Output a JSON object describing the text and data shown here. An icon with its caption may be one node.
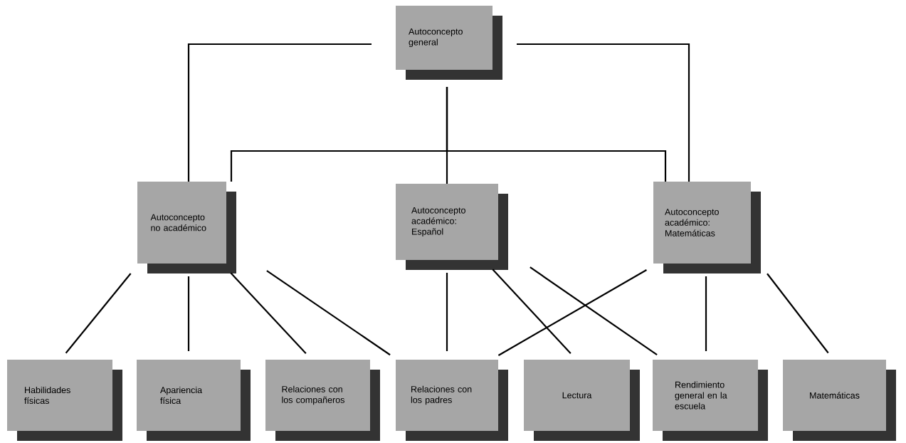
{
  "diagram": {
    "nodes": [
      {
        "text": [
          "Autoconcepto general"
        ]
      },
      {
        "text": [
          "Autoconcepto no académico"
        ]
      },
      {
        "text": [
          "Autoconcepto académico: Español"
        ]
      },
      {
        "text": [
          "Autoconcepto académico: Matemáticas"
        ]
      },
      {
        "text": [
          "Habilidades físicas"
        ]
      },
      {
        "text": [
          "Apariencia física"
        ]
      },
      {
        "text": [
          "Relaciones con los compañeros"
        ]
      },
      {
        "text": [
          "Relaciones con los padres"
        ]
      },
      {
        "text": [
          "Lectura"
        ]
      },
      {
        "text": [
          "Rendimiento general en la escuela"
        ]
      },
      {
        "text": [
          "Matemáticas"
        ]
      }
    ],
    "edges": [
      {
        "from": 0,
        "to": 1,
        "arrow": "none"
      },
      {
        "from": 0,
        "to": 3,
        "arrow": "none"
      },
      {
        "from": 0,
        "to": 2,
        "arrow": "none"
      },
      {
        "from": 0,
        "to": 1,
        "arrow": "none"
      },
      {
        "from": 0,
        "to": 3,
        "arrow": "none"
      },
      {
        "from": 1,
        "to": 4,
        "arrow": "none"
      },
      {
        "from": 1,
        "to": 5,
        "arrow": "none"
      },
      {
        "from": 1,
        "to": 6,
        "arrow": "none"
      },
      {
        "from": 1,
        "to": 7,
        "arrow": "none"
      },
      {
        "from": 2,
        "to": 7,
        "arrow": "none"
      },
      {
        "from": 2,
        "to": 8,
        "arrow": "none"
      },
      {
        "from": 2,
        "to": 9,
        "arrow": "none"
      },
      {
        "from": 3,
        "to": 7,
        "arrow": "none"
      },
      {
        "from": 3,
        "to": 9,
        "arrow": "none"
      },
      {
        "from": 3,
        "to": 10,
        "arrow": "none"
      }
    ]
  }
}
